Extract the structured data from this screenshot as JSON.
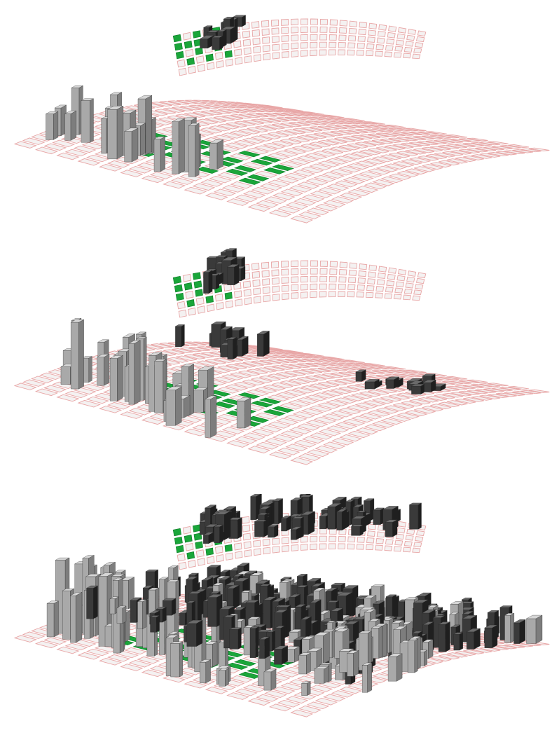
{
  "figure": {
    "stages": [
      {
        "id": "stage-1",
        "development_level": 0.15
      },
      {
        "id": "stage-2",
        "development_level": 0.4
      },
      {
        "id": "stage-3",
        "development_level": 0.85
      }
    ],
    "colors": {
      "background": "#ffffff",
      "street_grid": "#e8a6a6",
      "parcel_fill": "#f4f1f1",
      "park_green": "#1aa63a",
      "building_light_top": "#d6d6d6",
      "building_light_front": "#a9a9a9",
      "building_light_side": "#7d7d7d",
      "building_dark_top": "#6a6a6a",
      "building_dark_front": "#3a3a3a",
      "building_dark_side": "#1f1f1f"
    }
  }
}
